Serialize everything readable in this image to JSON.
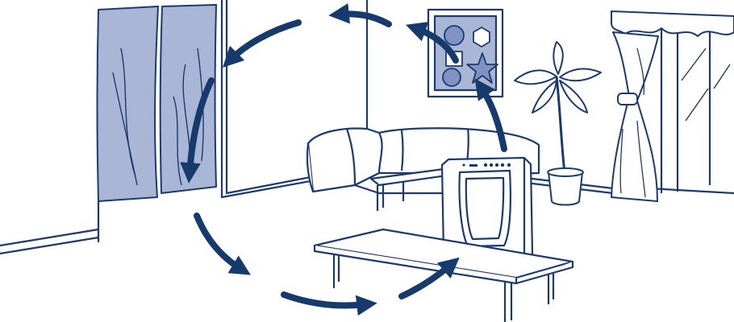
{
  "illustration": {
    "subject": "air-circulation-room-illustration",
    "colors": {
      "line": "#1c3a6e",
      "arrow": "#163a6b",
      "fill_light": "#a9b6d6",
      "fill_mid": "#7f93c2",
      "background": "#ffffff"
    },
    "icons": {
      "art_shapes": [
        "circle",
        "hexagon",
        "square",
        "star",
        "circle"
      ]
    }
  }
}
